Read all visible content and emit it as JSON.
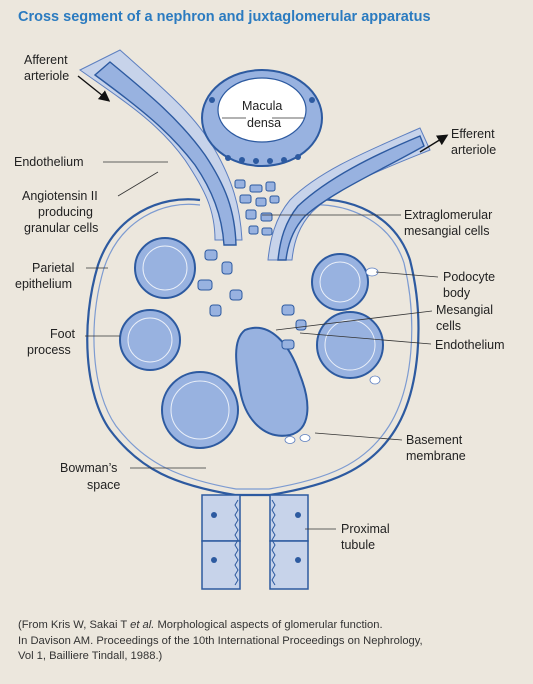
{
  "title": "Cross segment of a nephron and juxtaglomerular apparatus",
  "labels": {
    "afferent_1": "Afferent",
    "afferent_2": "arteriole",
    "efferent_1": "Efferent",
    "efferent_2": "arteriole",
    "macula_1": "Macula",
    "macula_2": "densa",
    "endothelium_left": "Endothelium",
    "angiotensin_1": "Angiotensin  II",
    "angiotensin_2": "producing",
    "angiotensin_3": "granular  cells",
    "extraglomerular_1": "Extraglomerular",
    "extraglomerular_2": "mesangial  cells",
    "parietal_1": "Parietal",
    "parietal_2": "epithelium",
    "podocyte_1": "Podocyte",
    "podocyte_2": "body",
    "mesangial_1": "Mesangial",
    "mesangial_2": "cells",
    "endothelium_right": "Endothelium",
    "foot_1": "Foot",
    "foot_2": "process",
    "basement_1": "Basement",
    "basement_2": "membrane",
    "bowman_1": "Bowman’s",
    "bowman_2": "space",
    "proximal_1": "Proximal",
    "proximal_2": "tubule"
  },
  "caption": {
    "line1_start": "(From Kris W, Sakai T ",
    "line1_italic": "et al.",
    "line1_end": "  Morphological aspects of glomerular function.",
    "line2": "In Davison AM. Proceedings of the 10th International Proceedings on Nephrology,",
    "line3": "Vol 1, Bailliere Tindall, 1988.)"
  },
  "colors": {
    "title": "#2b7bc0",
    "tissue_fill": "#98b2e0",
    "tissue_stroke": "#2d5aa0",
    "wall_fill": "#c7d3ea",
    "background": "#ece7dd"
  }
}
